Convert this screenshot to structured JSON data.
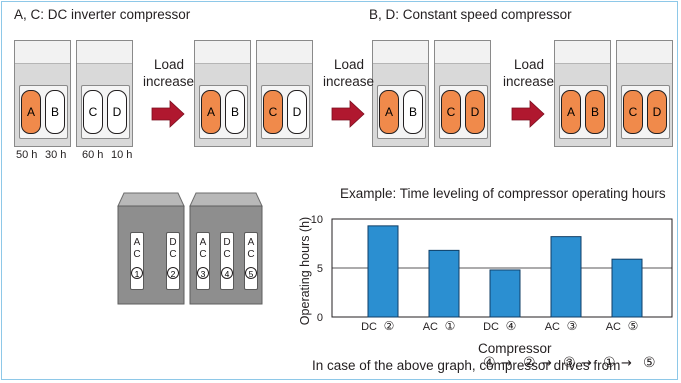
{
  "top": {
    "label_inverter": "A, C: DC inverter compressor",
    "label_constant": "B, D: Constant speed compressor",
    "arrow_label_line1": "Load",
    "arrow_label_line2": "increase",
    "hours": [
      "50 h",
      "30 h",
      "60 h",
      "10 h"
    ],
    "stages": [
      {
        "units": [
          [
            {
              "id": "A",
              "on": true
            },
            {
              "id": "B",
              "on": false
            }
          ],
          [
            {
              "id": "C",
              "on": false
            },
            {
              "id": "D",
              "on": false
            }
          ]
        ]
      },
      {
        "units": [
          [
            {
              "id": "A",
              "on": true
            },
            {
              "id": "B",
              "on": false
            }
          ],
          [
            {
              "id": "C",
              "on": true
            },
            {
              "id": "D",
              "on": false
            }
          ]
        ]
      },
      {
        "units": [
          [
            {
              "id": "A",
              "on": true
            },
            {
              "id": "B",
              "on": false
            }
          ],
          [
            {
              "id": "C",
              "on": true
            },
            {
              "id": "D",
              "on": true
            }
          ]
        ]
      },
      {
        "units": [
          [
            {
              "id": "A",
              "on": true
            },
            {
              "id": "B",
              "on": true
            }
          ],
          [
            {
              "id": "C",
              "on": true
            },
            {
              "id": "D",
              "on": true
            }
          ]
        ]
      }
    ]
  },
  "bottom_units": {
    "unit1": [
      {
        "letters": [
          "A",
          "C"
        ],
        "num": "1"
      },
      {
        "letters": [
          "D",
          "C"
        ],
        "num": "2"
      }
    ],
    "unit2": [
      {
        "letters": [
          "A",
          "C"
        ],
        "num": "3"
      },
      {
        "letters": [
          "D",
          "C"
        ],
        "num": "4"
      },
      {
        "letters": [
          "A",
          "C"
        ],
        "num": "5"
      }
    ]
  },
  "chart_data": {
    "type": "bar",
    "title": "Example: Time leveling of compressor operating hours",
    "ylabel": "Operating hours (h)",
    "xlabel": "Compressor",
    "categories": [
      "DC ②",
      "AC ①",
      "DC ④",
      "AC ③",
      "AC ⑤"
    ],
    "values": [
      9.3,
      6.8,
      4.8,
      8.2,
      5.9
    ],
    "ylim": [
      0,
      10
    ],
    "yticks": [
      "0",
      "5",
      "10"
    ],
    "gridlines_at": [
      5,
      10
    ],
    "bar_color": "#2b8fd1"
  },
  "footer": {
    "text": "In case of the above graph, compressor drives from",
    "sequence": [
      "④",
      "②",
      "③",
      "①",
      "⑤"
    ]
  },
  "colors": {
    "on": "#f08a4b",
    "arrow": "#b0182f",
    "frame": "#8ec8e8"
  }
}
